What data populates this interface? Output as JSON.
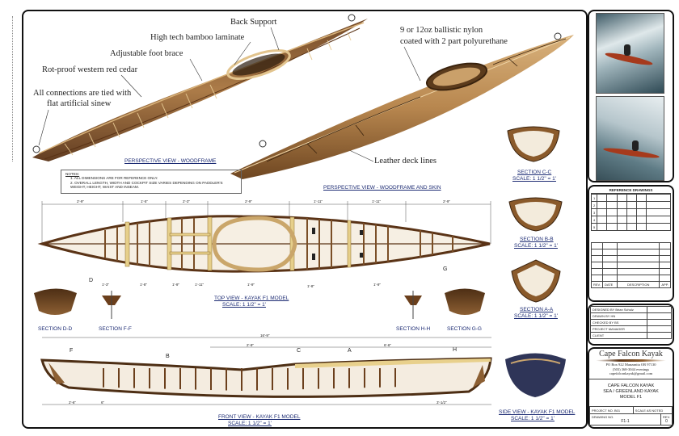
{
  "callouts": {
    "back_support": "Back Support",
    "bamboo": "High tech bamboo laminate",
    "foot_brace": "Adjustable foot brace",
    "cedar": "Rot-proof western red cedar",
    "sinew_1": "All connections are tied with",
    "sinew_2": "flat artificial sinew",
    "nylon_1": "9 or 12oz ballistic nylon",
    "nylon_2": "coated with 2 part polyurethane",
    "deck_lines": "Leather deck lines"
  },
  "views": {
    "perspective_frame": "PERSPECTIVE VIEW - WOODFRAME",
    "perspective_skin": "PERSPECTIVE VIEW - WOODFRAME AND SKIN",
    "top_view": "TOP VIEW - KAYAK F1 MODEL",
    "front_view": "FRONT VIEW - KAYAK F1 MODEL",
    "side_view": "SIDE VIEW - KAYAK F1 MODEL",
    "scale": "SCALE: 1 1/2\" = 1'",
    "section_cc": "SECTION C-C",
    "section_bb": "SECTION B-B",
    "section_aa": "SECTION A-A",
    "section_dd": "SECTION D-D",
    "section_ff": "SECTION F-F",
    "section_hh": "SECTION H-H",
    "section_gg": "SECTION G-G"
  },
  "notes": {
    "title": "NOTES:",
    "items": [
      "1. ALL DIMENSIONS ARE FOR REFERENCE ONLY.",
      "2. OVERALL LENGTH, WIDTH AND COCKPIT SIZE VARIES DEPENDING ON PADDLER'S WEIGHT, HEIGHT, WAIST AND INSEAM."
    ]
  },
  "top_view_dims": [
    "2'-9\"",
    "1'-5\"",
    "2'-3\"",
    "2'-9\"",
    "1'-11\"",
    "1'-11\"",
    "2'-9\""
  ],
  "top_view_widths": [
    "1'-3\"",
    "1'-8\"",
    "1'-9\"",
    "1'-11\"",
    "1'-9\"",
    "1'-8\"",
    "1'-9\""
  ],
  "front_view_dims": {
    "overall": "16'-9\"",
    "cockpit": "2'-9\"",
    "aft": "6'-6\"",
    "bow": "2'-6\"",
    "stern": "3'-1/2\"",
    "rib_spacing": "6\""
  },
  "section_markers": [
    "D",
    "G",
    "F",
    "B",
    "C",
    "A",
    "H"
  ],
  "reference_drawings": {
    "title": "REFERENCE DRAWINGS",
    "rows": [
      "1",
      "2",
      "3",
      "4",
      "5"
    ]
  },
  "revisions": {
    "headers": [
      "REV.",
      "DATE",
      "DESCRIPTION",
      "APP."
    ]
  },
  "signoff": {
    "designed_by": "DESIGNED BY",
    "designed_by_value": "Brian Schulz",
    "drawn_by": "DRAWN BY",
    "drawn_by_value": "HN",
    "checked_by": "CHECKED BY",
    "checked_by_value": "BS",
    "project_manager": "PROJECT MANAGER",
    "client": "CLIENT"
  },
  "title_block": {
    "company": "Cape Falcon Kayak",
    "address": "PO Box 922 Manzanita OR 97130",
    "phone": "(503) 368-3044 evenings",
    "email": "capefalconkayak@gmail.com",
    "title_1": "CAPE FALCON KAYAK",
    "title_2": "SEA / GREENLAND KAYAK",
    "title_3": "MODEL F1",
    "project_no_label": "PROJECT NO.",
    "project_no": "B01",
    "scale_label": "SCALE",
    "scale": "AS NOTED",
    "drawing_no_label": "DRAWING NO.",
    "drawing_no": "F1-1",
    "rev_label": "REV.",
    "rev": "0"
  },
  "colors": {
    "label": "#1c2b73",
    "wood": "#8a5a2b",
    "skin": "#c49a63",
    "border": "#111111"
  }
}
